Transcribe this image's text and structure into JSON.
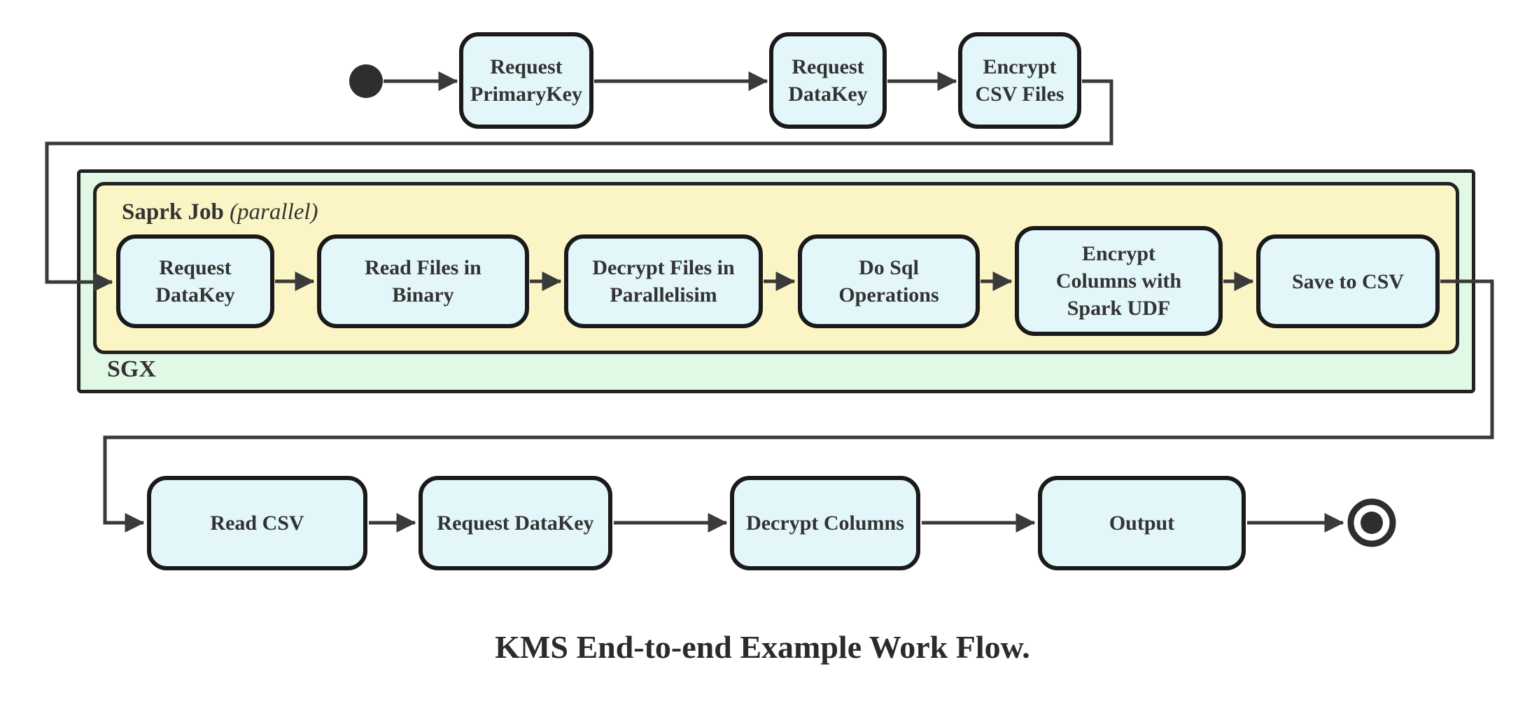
{
  "diagram": {
    "caption": "KMS End-to-end Example Work Flow.",
    "groups": {
      "sgx_label": "SGX",
      "spark_job_label": "Saprk Job",
      "spark_job_qualifier": "(parallel)"
    },
    "nodes": {
      "top": [
        {
          "label": "Request\nPrimaryKey"
        },
        {
          "label": "Request\nDataKey"
        },
        {
          "label": "Encrypt\nCSV Files"
        }
      ],
      "spark": [
        {
          "label": "Request\nDataKey"
        },
        {
          "label": "Read Files in\nBinary"
        },
        {
          "label": "Decrypt Files in\nParallelisim"
        },
        {
          "label": "Do Sql\nOperations"
        },
        {
          "label": "Encrypt\nColumns with\nSpark UDF"
        },
        {
          "label": "Save to CSV"
        }
      ],
      "bottom": [
        {
          "label": "Read CSV"
        },
        {
          "label": "Request DataKey"
        },
        {
          "label": "Decrypt Columns"
        },
        {
          "label": "Output"
        }
      ]
    },
    "icons": {
      "start": "filled-circle-start-state-icon",
      "end": "bullseye-end-state-icon"
    }
  },
  "colors": {
    "node_fill": "#e3f6fa",
    "node_border": "#1a1a1a",
    "sgx_fill": "#e1f8e4",
    "spark_fill": "#fbf5c6",
    "group_border": "#222222",
    "edge": "#3a3a3a",
    "text": "#333333",
    "terminal": "#2e2e2e"
  }
}
